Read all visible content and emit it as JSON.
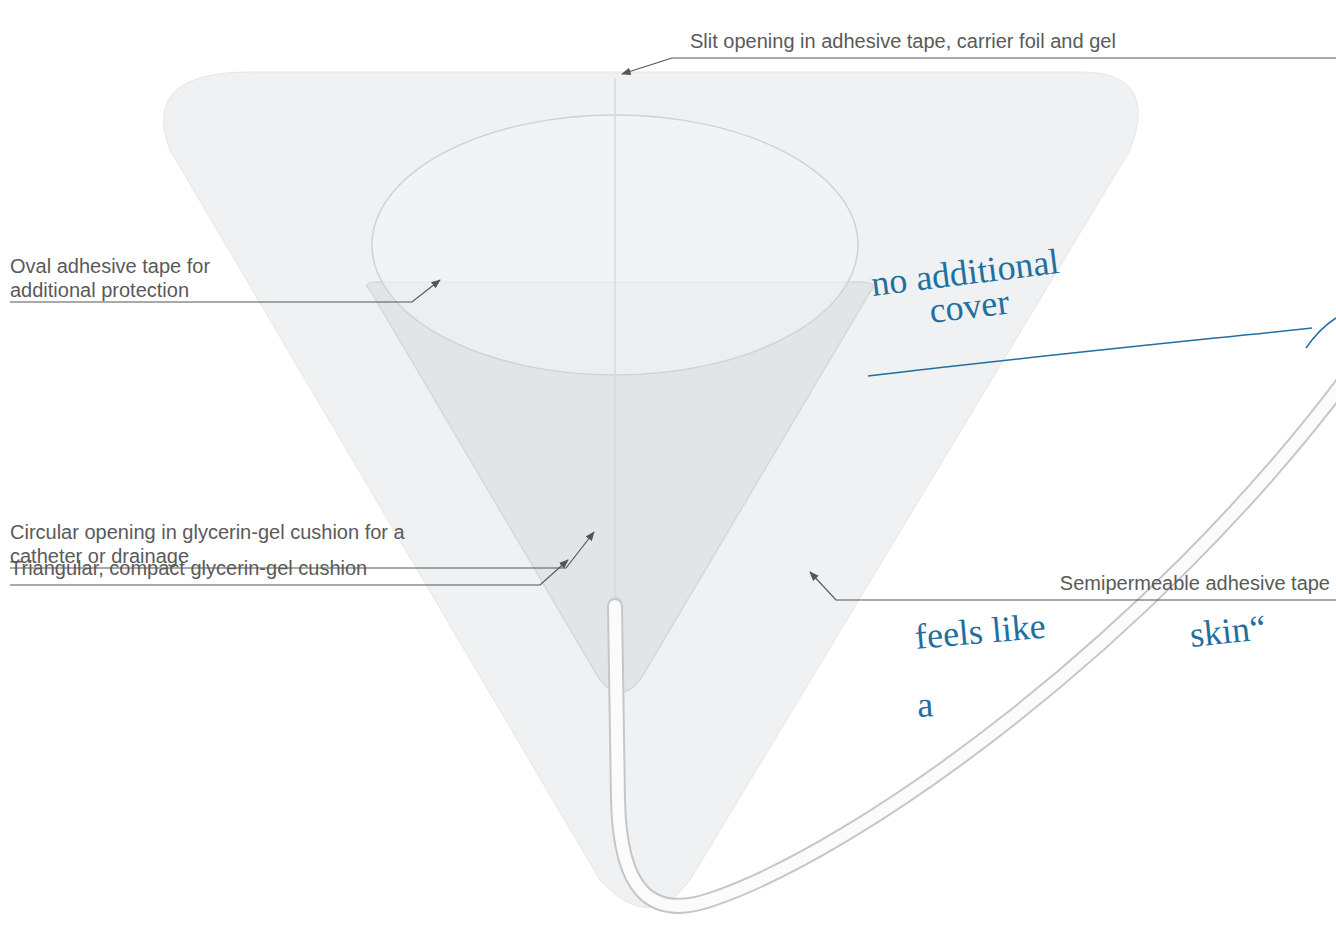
{
  "diagram": {
    "labels": [
      "Slit opening in adhesive tape, carrier foil and gel",
      "Oval adhesive tape for additional protection",
      "Circular opening in glycerin-gel cushion for a catheter or drainage",
      "Triangular, compact glycerin-gel cushion",
      "Semipermeable adhesive tape",
      "no additional cover",
      "feels like",
      "a",
      "skin“"
    ]
  }
}
